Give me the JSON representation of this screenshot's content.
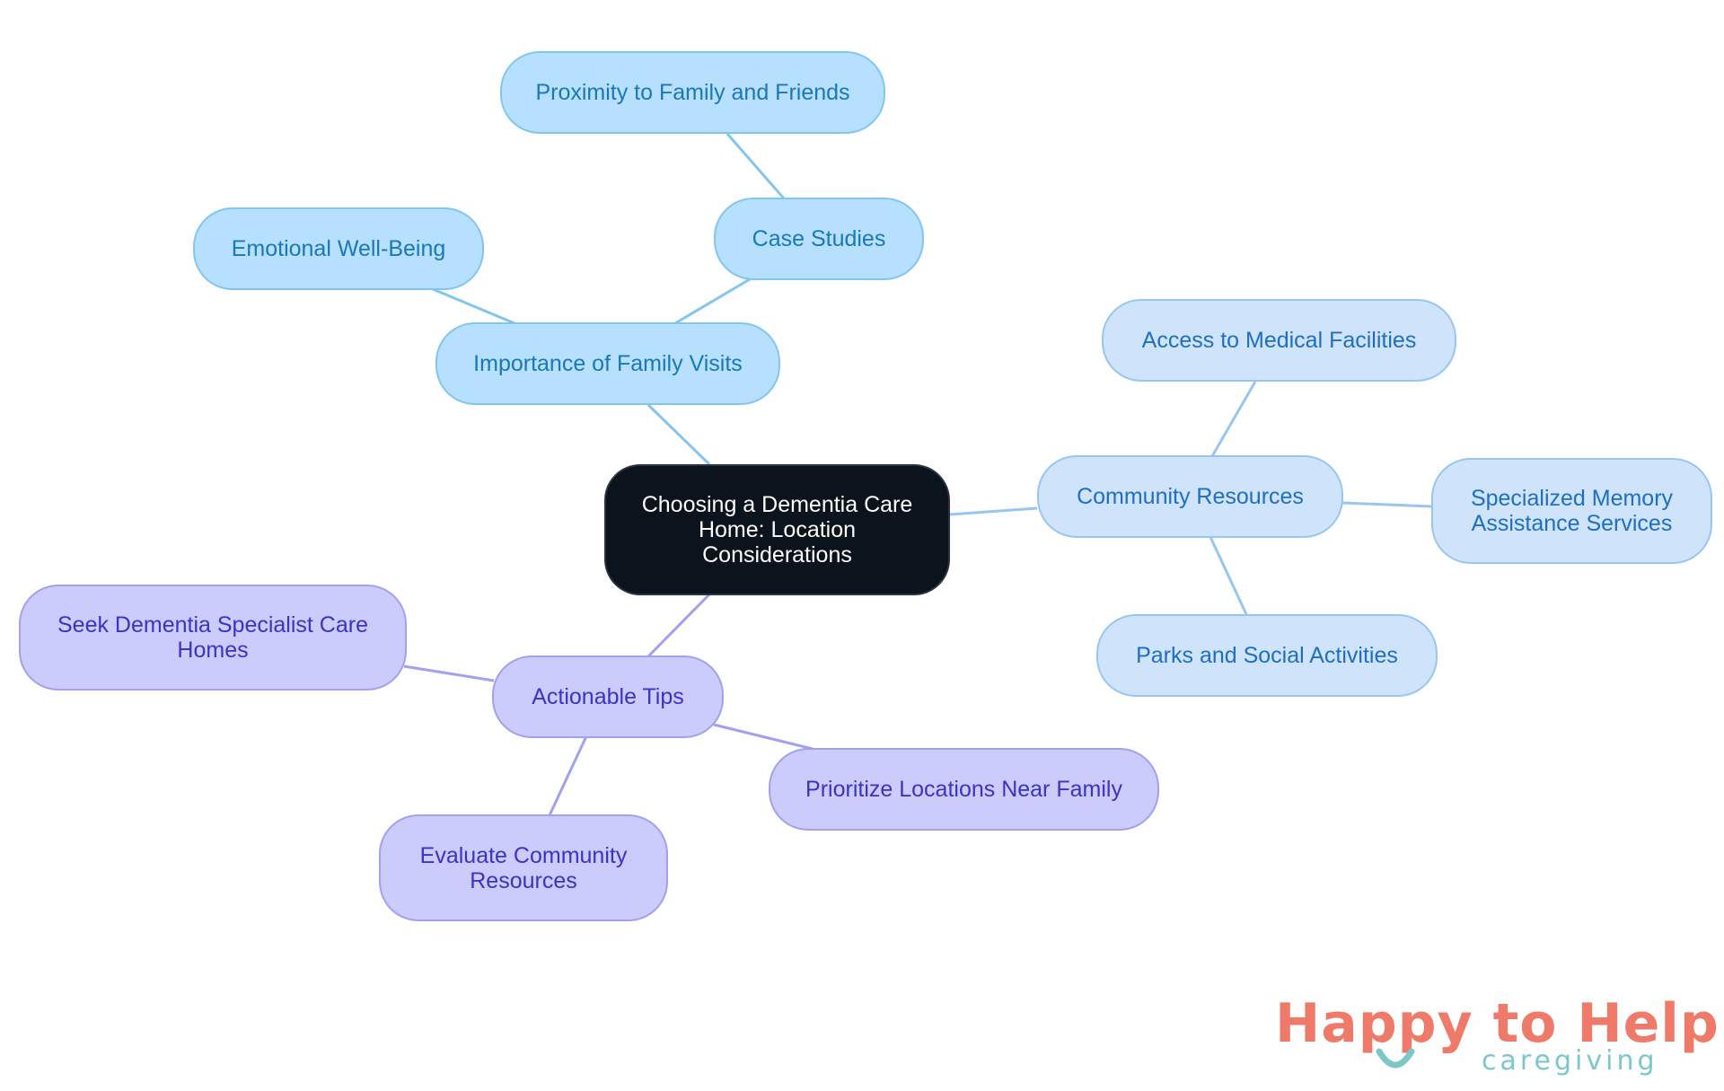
{
  "root": {
    "label": "Choosing a Dementia Care Home: Location Considerations"
  },
  "branches": {
    "family": {
      "label": "Importance of Family Visits",
      "children": [
        "Emotional Well-Being",
        "Case Studies"
      ],
      "grandchild": "Proximity to Family and Friends"
    },
    "community": {
      "label": "Community Resources",
      "children": [
        "Access to Medical Facilities",
        "Specialized Memory Assistance Services",
        "Parks and Social Activities"
      ]
    },
    "tips": {
      "label": "Actionable Tips",
      "children": [
        "Seek Dementia Specialist Care Homes",
        "Prioritize Locations Near Family",
        "Evaluate Community Resources"
      ]
    }
  },
  "logo": {
    "title": "Happy to Help",
    "subtitle": "caregiving"
  },
  "colors": {
    "root": "#0b131c",
    "family_branch": "#b6e0fd",
    "community_branch": "#cfe4fb",
    "tips_branch": "#cbcbfc",
    "logo_primary": "#ef7a6a",
    "logo_secondary": "#7cc8c8"
  }
}
